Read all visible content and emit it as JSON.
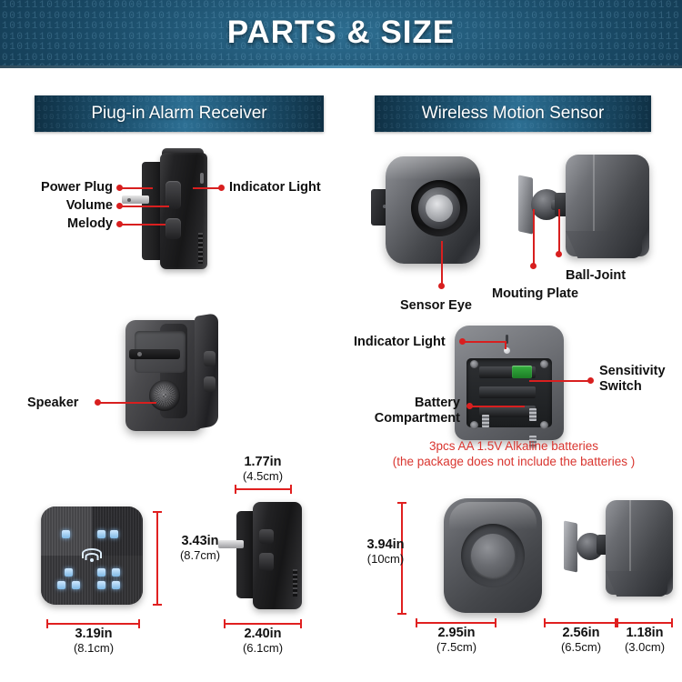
{
  "header": {
    "title": "PARTS & SIZE",
    "accent_dark": "#12384f",
    "accent_mid": "#2a6d92"
  },
  "sections": {
    "left": {
      "title": "Piug-in Alarm Receiver"
    },
    "right": {
      "title": "Wireless Motion Sensor"
    }
  },
  "callouts": {
    "receiver": [
      {
        "id": "power-plug",
        "label": "Power Plug"
      },
      {
        "id": "volume",
        "label": "Volume"
      },
      {
        "id": "melody",
        "label": "Melody"
      },
      {
        "id": "indicator-light",
        "label": "Indicator Light"
      },
      {
        "id": "speaker",
        "label": "Speaker"
      }
    ],
    "sensor": [
      {
        "id": "sensor-eye",
        "label": "Sensor Eye"
      },
      {
        "id": "mouting-plate",
        "label": "Mouting Plate"
      },
      {
        "id": "ball-joint",
        "label": "Ball-Joint"
      },
      {
        "id": "indicator-light",
        "label": "Indicator Light"
      },
      {
        "id": "sensitivity-switch",
        "label": "Sensitivity\nSwitch"
      },
      {
        "id": "sensitivity-line1",
        "label": "Sensitivity"
      },
      {
        "id": "sensitivity-line2",
        "label": "Switch"
      },
      {
        "id": "battery-line1",
        "label": "Battery"
      },
      {
        "id": "battery-line2",
        "label": "Compartment"
      }
    ]
  },
  "battery_note": {
    "line1": "3pcs AA 1.5V Alkaline batteries",
    "line2": "(the package does not include the batteries )",
    "color": "#d9352f"
  },
  "dimensions": {
    "receiver_front": {
      "height": {
        "inch": "3.43in",
        "cm": "(8.7cm)"
      },
      "width": {
        "inch": "3.19in",
        "cm": "(8.1cm)"
      }
    },
    "receiver_side": {
      "depth_top": {
        "inch": "1.77in",
        "cm": "(4.5cm)"
      },
      "width": {
        "inch": "2.40in",
        "cm": "(6.1cm)"
      }
    },
    "sensor_front": {
      "height": {
        "inch": "3.94in",
        "cm": "(10cm)"
      },
      "width": {
        "inch": "2.95in",
        "cm": "(7.5cm)"
      }
    },
    "sensor_side": {
      "body": {
        "inch": "2.56in",
        "cm": "(6.5cm)"
      },
      "mount": {
        "inch": "1.18in",
        "cm": "(3.0cm)"
      }
    }
  },
  "binary_texture": "1011110101110010000111010110101010110111010101011101110101011101011101010100011101010110101001010100010101110101010101110101000111010111010101001010111010101101010101110111001000111010101011011101010111011101011101011001010011011101010101101010100101110101011010101110101010101110101010011101011101010010101110101011010101011101011101010110101011101010110101010111010101101011101010101101010111010101101010011101011101"
}
